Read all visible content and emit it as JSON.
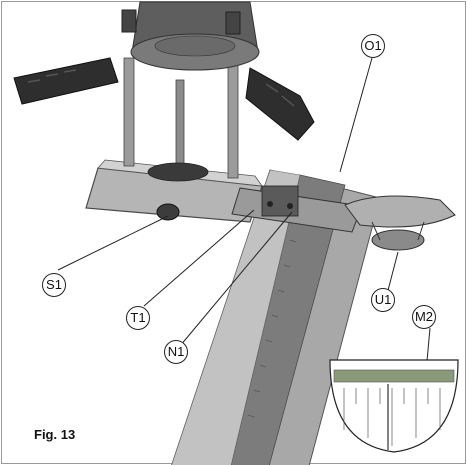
{
  "figure": {
    "caption": "Fig. 13",
    "callouts": {
      "o1": "O1",
      "s1": "S1",
      "t1": "T1",
      "n1": "N1",
      "u1": "U1",
      "m2": "M2"
    }
  },
  "colors": {
    "metal_dark": "#4a4a4a",
    "metal_mid": "#8c8c8c",
    "metal_light": "#c8c8c8",
    "rail": "#9a9a9a",
    "handle": "#2e2e2e",
    "scale_green": "#8a9a78"
  }
}
